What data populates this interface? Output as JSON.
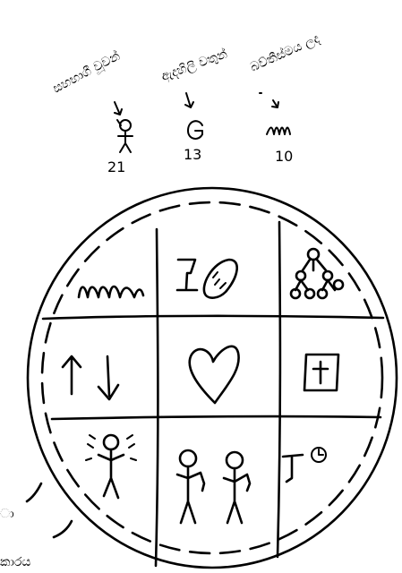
{
  "labels": {
    "participants": "සහභාගී වූවන්",
    "communicants": "ඇදහිලි වතුන්",
    "baptisms": "බව්තීස්මය ලද",
    "bottom_label": "කාරය",
    "bottom_left_fragment": "ා"
  },
  "counts": {
    "participants": "21",
    "communicants": "13",
    "baptisms": "10"
  },
  "icons": {
    "participants": "stick-figure-icon",
    "communicants": "letter-g-icon",
    "baptisms": "water-wave-icon",
    "grid": [
      "water-wave-icon",
      "chalice-bread-icon",
      "family-tree-icon",
      "up-down-arrows-icon",
      "heart-icon",
      "bible-icon",
      "joyful-person-icon",
      "walking-people-icon",
      "table-clock-icon"
    ]
  }
}
